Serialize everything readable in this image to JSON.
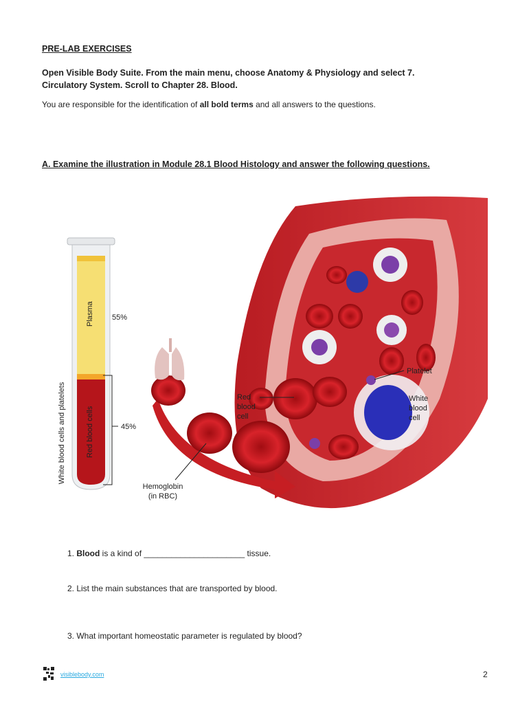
{
  "heading": "PRE-LAB EXERCISES",
  "intro": {
    "line1": "Open Visible Body Suite. From the main menu, choose Anatomy & Physiology and select 7.",
    "line2": "Circulatory System. Scroll to Chapter 28. Blood."
  },
  "responsibility": {
    "before": "You are responsible for the identification of ",
    "bold": "all bold terms",
    "after": " and all answers to the questions."
  },
  "section_a": "A. Examine the illustration in Module 28.1 Blood Histology and answer the following questions.",
  "figure": {
    "plasma": "Plasma",
    "plasma_pct": "55%",
    "wbc_platelets": "White blood cells and platelets",
    "rbc": "Red blood cells",
    "rbc_pct": "45%",
    "platelet": "Platelet",
    "red_cell": [
      "Red",
      "blood",
      "cell"
    ],
    "white_cell": [
      "White",
      "blood",
      "cell"
    ],
    "hemoglobin": [
      "Hemoglobin",
      "(in RBC)"
    ]
  },
  "questions": [
    {
      "num": "1. ",
      "bold": "Blood",
      "text": " is a kind of ______________________ tissue."
    },
    {
      "num": "",
      "bold": "",
      "text": "2. List the main substances that are transported by blood."
    },
    {
      "num": "",
      "bold": "",
      "text": "3. What important homeostatic parameter is regulated by blood?"
    }
  ],
  "footer": {
    "link": "visiblebody.com",
    "page": "2"
  }
}
